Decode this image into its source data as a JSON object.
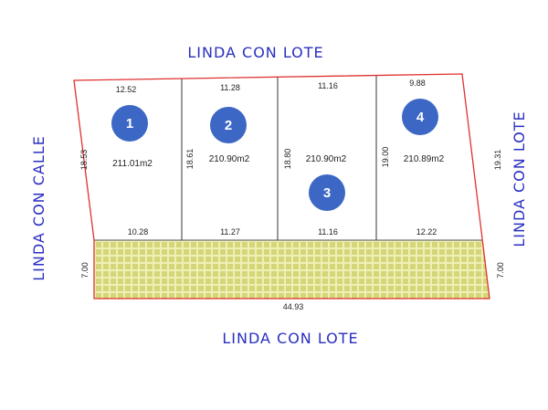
{
  "labels": {
    "top": "LINDA CON LOTE",
    "bottom": "LINDA CON LOTE",
    "left": "LINDA CON CALLE",
    "right": "LINDA CON LOTE"
  },
  "lots": [
    {
      "number": "1",
      "area": "211.01m2",
      "top": "12.52",
      "bottom": "10.28"
    },
    {
      "number": "2",
      "area": "210.90m2",
      "top": "11.28",
      "bottom": "11.27"
    },
    {
      "number": "3",
      "area": "210.90m2",
      "top": "11.16",
      "bottom": "11.16"
    },
    {
      "number": "4",
      "area": "210.89m2",
      "top": "9.88",
      "bottom": "12.22"
    }
  ],
  "side_dimensions": {
    "left_lot1": "18.53",
    "div_1_2": "18.61",
    "div_2_3": "18.80",
    "div_3_4": "19.00",
    "right_lot4": "19.31",
    "left_strip": "7.00",
    "right_strip": "7.00"
  },
  "total_bottom": "44.93",
  "colors": {
    "boundary": "#e03030",
    "divider": "#333333",
    "strip_fill": "#eef0b6",
    "strip_hatch": "#b9bd3a",
    "lot_circle": "#3c67c4",
    "side_text": "#2a2fc0"
  }
}
